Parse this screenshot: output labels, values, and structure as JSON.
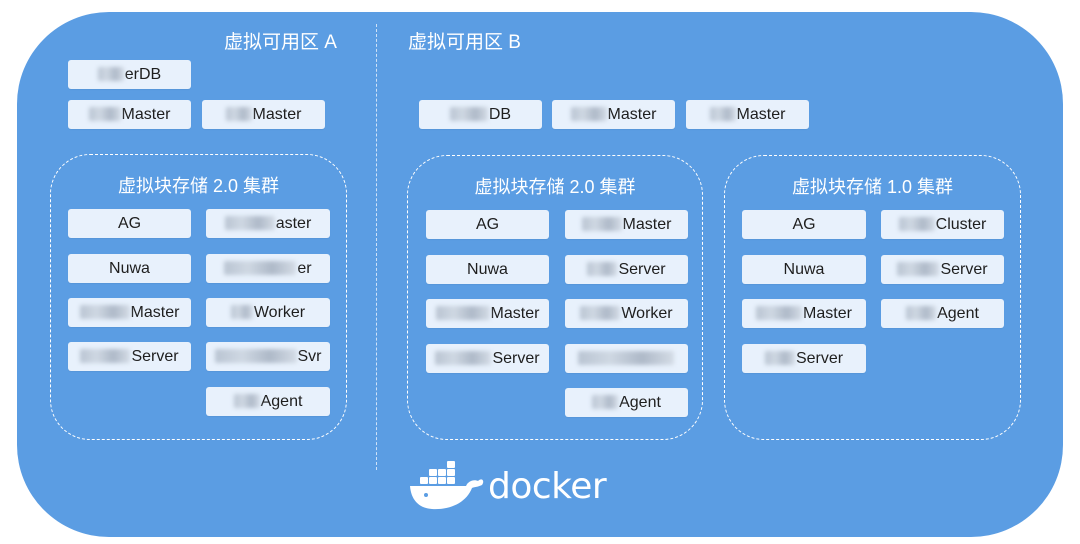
{
  "zone_a": {
    "title": "虚拟可用区 A",
    "top_services": [
      "erDB",
      "Master",
      "Master"
    ],
    "cluster": {
      "title": "虚拟块存储 2.0 集群",
      "left": [
        "AG",
        "Nuwa",
        "Master",
        "Server"
      ],
      "right": [
        "aster",
        "er",
        "Worker",
        "Svr",
        "Agent"
      ]
    }
  },
  "zone_b": {
    "title": "虚拟可用区 B",
    "top_services": [
      "DB",
      "Master",
      "Master"
    ],
    "cluster_2": {
      "title": "虚拟块存储 2.0 集群",
      "left": [
        "AG",
        "Nuwa",
        "Master",
        "Server"
      ],
      "right": [
        "Master",
        "Server",
        "Worker",
        "",
        "Agent"
      ]
    },
    "cluster_1": {
      "title": "虚拟块存储 1.0 集群",
      "left": [
        "AG",
        "Nuwa",
        "Master",
        "Server"
      ],
      "right": [
        "Cluster",
        "Server",
        "Agent"
      ]
    }
  },
  "logo": {
    "word": "docker",
    "icon": "docker-whale-icon"
  },
  "colors": {
    "background": "#5b9de3",
    "box": "#e8f1fc",
    "text": "#1e1e1e"
  }
}
